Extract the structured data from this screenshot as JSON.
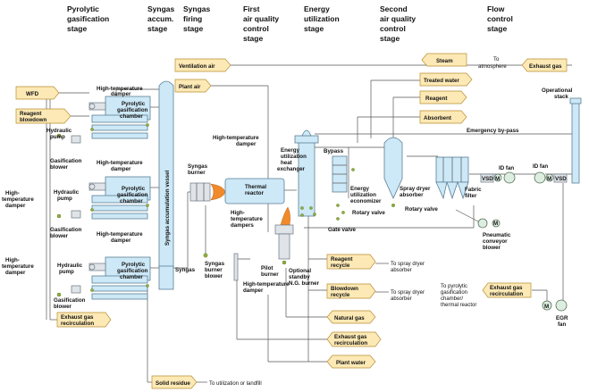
{
  "stages": [
    {
      "line1": "Pyrolytic",
      "line2": "gasification",
      "line3": "stage"
    },
    {
      "line1": "Syngas",
      "line2": "accum.",
      "line3": "stage"
    },
    {
      "line1": "Syngas",
      "line2": "firing",
      "line3": "stage"
    },
    {
      "line1": "First",
      "line2": "air quality",
      "line3": "control",
      "line4": "stage"
    },
    {
      "line1": "Energy",
      "line2": "utilization",
      "line3": "stage"
    },
    {
      "line1": "Second",
      "line2": "air quality",
      "line3": "control",
      "line4": "stage"
    },
    {
      "line1": "Flow",
      "line2": "control",
      "line3": "stage"
    }
  ],
  "inputs": {
    "wfd": "WFD",
    "reagent_blowdown": [
      "Reagent",
      "blowdown"
    ],
    "ventilation_air": "Ventilation air",
    "plant_air": "Plant air",
    "steam": "Steam",
    "treated_water": "Treated water",
    "reagent": "Reagent",
    "absorbent": "Absorbent",
    "exhaust_gas": "Exhaust gas",
    "reagent_recycle": [
      "Reagent",
      "recycle"
    ],
    "blowdown_recycle": [
      "Blowdown",
      "recycle"
    ],
    "natural_gas": "Natural gas",
    "exhaust_gas_recirc_bottom": [
      "Exhaust gas",
      "recirculation"
    ],
    "plant_water": "Plant water",
    "exhaust_gas_recirc_left": [
      "Exhaust gas",
      "recirculation"
    ],
    "exhaust_gas_recirc_right": [
      "Exhaust gas",
      "recirculation"
    ],
    "solid_residue": "Solid residue"
  },
  "labels": {
    "high_temp_damper": [
      "High-temperature",
      "damper"
    ],
    "hydraulic_pump": [
      "Hydraulic",
      "pump"
    ],
    "pyrolytic_chamber": [
      "Pyrolytic",
      "gasification",
      "chamber"
    ],
    "gasification_blower": [
      "Gasification",
      "blower"
    ],
    "high_temp_damper_vert": [
      "High-",
      "temperature",
      "damper"
    ],
    "syngas_vessel": "Syngas accumulation vessel",
    "syngas_burner": [
      "Syngas",
      "burner"
    ],
    "thermal_reactor": [
      "Thermal",
      "reactor"
    ],
    "high_temp_dampers": [
      "High-",
      "temperature",
      "dampers"
    ],
    "syngas": "Syngas",
    "syngas_burner_blower": [
      "Syngas",
      "burner",
      "blower"
    ],
    "pilot_burner": [
      "Pilot",
      "burner"
    ],
    "optional_standby": [
      "Optional",
      "standby",
      "N.G. burner"
    ],
    "energy_hx": [
      "Energy",
      "utilization",
      "heat",
      "exchanger"
    ],
    "bypass": "Bypass",
    "energy_economizer": [
      "Energy",
      "utilization",
      "economizer"
    ],
    "rotary_valve": "Rotary valve",
    "gate_valve": "Gate valve",
    "spray_dryer": [
      "Spray dryer",
      "absorber"
    ],
    "fabric_filter": [
      "Fabric",
      "filter"
    ],
    "id_fan": "ID fan",
    "vsd": "VSD",
    "m": "M",
    "pneumatic_blower": [
      "Pneumatic",
      "conveyor",
      "blower"
    ],
    "operational_stack": [
      "Operational",
      "stack"
    ],
    "emergency_bypass": "Emergency by-pass",
    "to_atmosphere": [
      "To",
      "atmosphere"
    ],
    "to_spray_dryer": [
      "To spray dryer",
      "absorber"
    ],
    "to_pyrolytic": [
      "To pyrolytic",
      "gasification",
      "chamber/",
      "thermal reactor"
    ],
    "egr_fan": [
      "EGR",
      "fan"
    ],
    "to_utilization": "To utilization or landfill"
  }
}
